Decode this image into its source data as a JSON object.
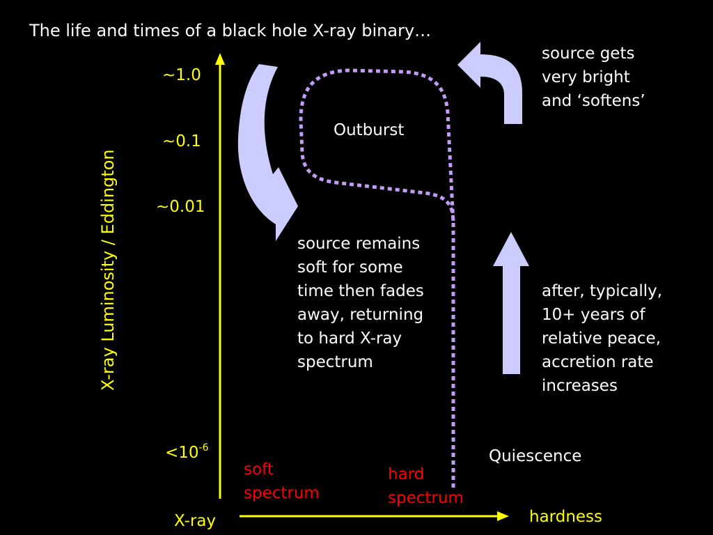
{
  "title": "The life and times of a black hole X-ray binary…",
  "axes": {
    "y_label": "X-ray Luminosity / Eddington",
    "y_ticks": [
      "~1.0",
      "~0.1",
      "~0.01"
    ],
    "y_tick_low": {
      "base": "<10",
      "exp": "-6"
    },
    "x_label_left": "X-ray",
    "x_label_right": "hardness"
  },
  "spectra": {
    "soft": [
      "soft",
      "spectrum"
    ],
    "hard": [
      "hard",
      "spectrum"
    ]
  },
  "states": {
    "outburst": "Outburst",
    "quiescence": "Quiescence"
  },
  "notes": {
    "softens": [
      "source gets",
      "very bright",
      "and ‘softens’"
    ],
    "fades": [
      "source remains",
      "soft for some",
      "time then fades",
      "away, returning",
      "to hard X-ray",
      "spectrum"
    ],
    "rise": [
      "after, typically,",
      "10+ years of",
      "relative peace,",
      "accretion rate",
      "increases"
    ]
  },
  "colors": {
    "background": "#000000",
    "axis": "#ffff00",
    "text": "#ffffff",
    "spectrum_label": "#ff0000",
    "arrow": "#ccccff",
    "track": "#c39cf5"
  }
}
